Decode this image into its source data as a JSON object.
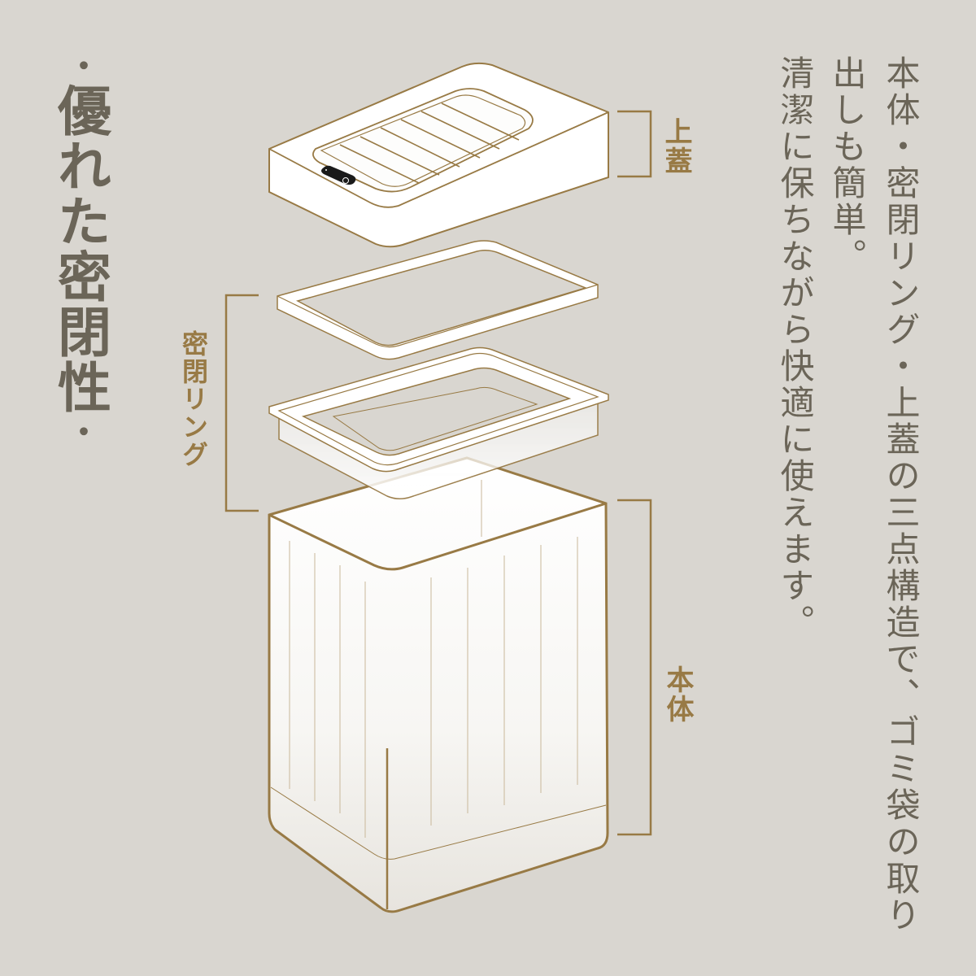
{
  "title": {
    "dot_top": "・",
    "text": "優れた密閉性",
    "dot_bottom": "・"
  },
  "description": {
    "lines": [
      "本体・密閉リング・上蓋の三点構造で、ゴミ袋の取り",
      "出しも簡単。",
      "清潔に保ちながら快適に使えます。"
    ]
  },
  "labels": {
    "lid": "上蓋",
    "sealing_ring": "密閉リング",
    "body": "本体"
  },
  "colors": {
    "background": "#d9d6d0",
    "text": "#6b6558",
    "accent_gold": "#987a45",
    "part_fill": "#ffffff",
    "sensor": "#1a1a1a"
  }
}
